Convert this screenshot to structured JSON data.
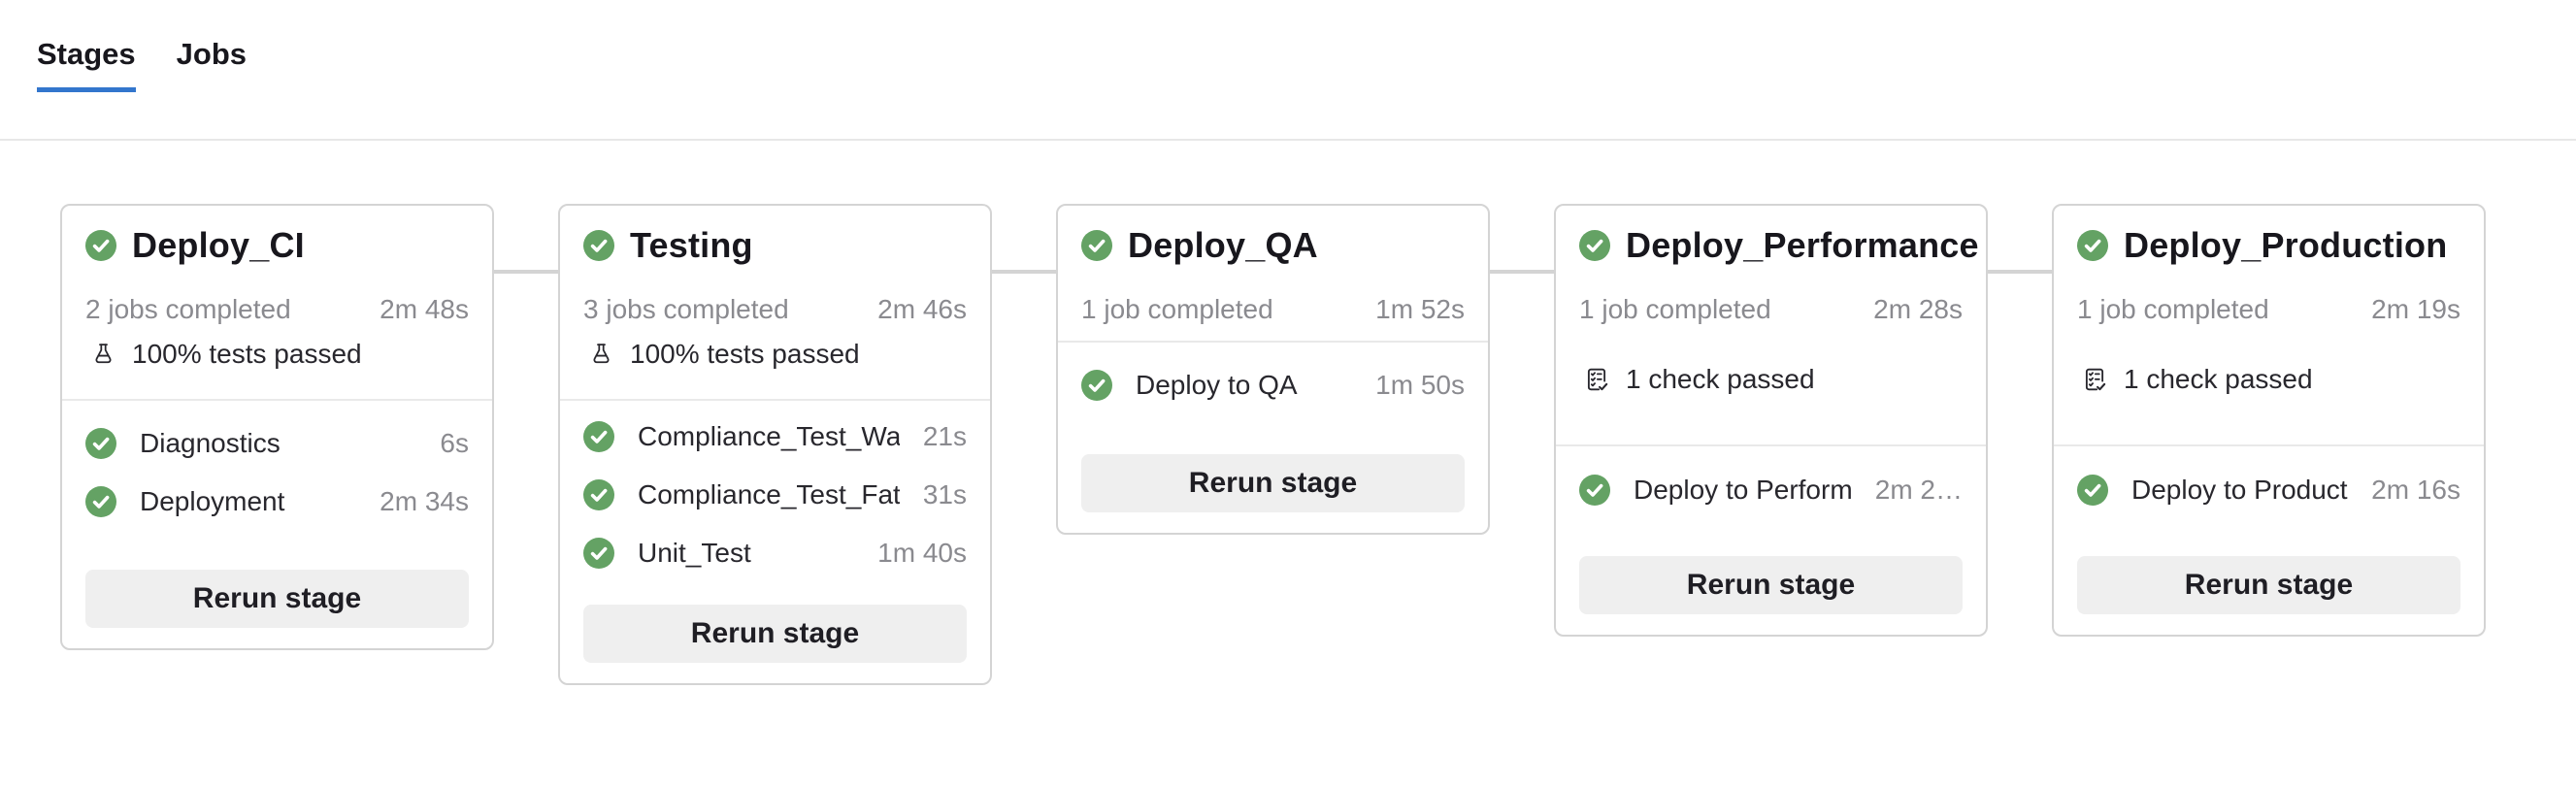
{
  "tabs": {
    "stages": "Stages",
    "jobs": "Jobs"
  },
  "buttons": {
    "rerun_stage": "Rerun stage"
  },
  "colors": {
    "success_green": "#64a264",
    "active_tab_blue": "#3376cd",
    "card_border": "#d4d4d4",
    "connector_gray": "#d4d4d4",
    "button_bg": "#efefef",
    "text_primary": "#18171d",
    "text_body": "#28272d",
    "text_secondary": "#8a8a8f"
  },
  "stages": [
    {
      "name": "Deploy_CI",
      "status_icon": "success-check-circle-icon",
      "jobs_summary": "2 jobs completed",
      "duration": "2m 48s",
      "badge": {
        "icon": "flask-icon",
        "text": "100% tests passed"
      },
      "jobs": [
        {
          "status_icon": "success-check-circle-icon",
          "name": "Diagnostics",
          "duration": "6s"
        },
        {
          "status_icon": "success-check-circle-icon",
          "name": "Deployment",
          "duration": "2m 34s"
        }
      ]
    },
    {
      "name": "Testing",
      "status_icon": "success-check-circle-icon",
      "jobs_summary": "3 jobs completed",
      "duration": "2m 46s",
      "badge": {
        "icon": "flask-icon",
        "text": "100% tests passed"
      },
      "jobs": [
        {
          "status_icon": "success-check-circle-icon",
          "name": "Compliance_Test_Warning",
          "duration": "21s"
        },
        {
          "status_icon": "success-check-circle-icon",
          "name": "Compliance_Test_Fatal",
          "duration": "31s"
        },
        {
          "status_icon": "success-check-circle-icon",
          "name": "Unit_Test",
          "duration": "1m 40s"
        }
      ]
    },
    {
      "name": "Deploy_QA",
      "status_icon": "success-check-circle-icon",
      "jobs_summary": "1 job completed",
      "duration": "1m 52s",
      "badge": null,
      "jobs": [
        {
          "status_icon": "success-check-circle-icon",
          "name": "Deploy to QA",
          "duration": "1m 50s"
        }
      ]
    },
    {
      "name": "Deploy_Performance",
      "status_icon": "success-check-circle-icon",
      "jobs_summary": "1 job completed",
      "duration": "2m 28s",
      "badge": {
        "icon": "checklist-icon",
        "text": "1 check passed"
      },
      "jobs": [
        {
          "status_icon": "success-check-circle-icon",
          "name": "Deploy to Performan…",
          "duration": "2m 2…"
        }
      ]
    },
    {
      "name": "Deploy_Production",
      "status_icon": "success-check-circle-icon",
      "jobs_summary": "1 job completed",
      "duration": "2m 19s",
      "badge": {
        "icon": "checklist-icon",
        "text": "1 check passed"
      },
      "jobs": [
        {
          "status_icon": "success-check-circle-icon",
          "name": "Deploy to Production",
          "duration": "2m 16s"
        }
      ]
    }
  ]
}
